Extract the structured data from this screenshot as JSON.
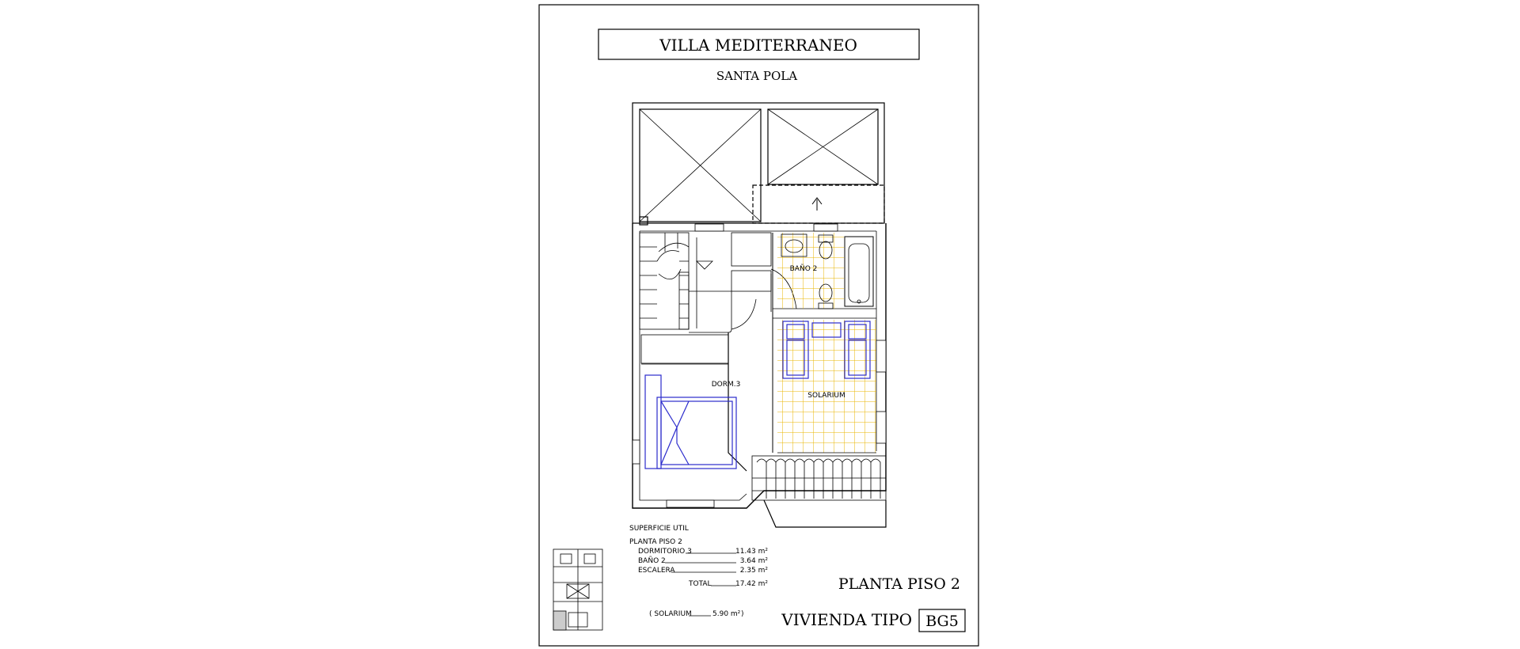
{
  "header": {
    "title": "VILLA  MEDITERRANEO",
    "subtitle": "SANTA  POLA"
  },
  "rooms": {
    "bath": "BAÑO 2",
    "bedroom": "DORM.3",
    "solarium": "SOLARIUM"
  },
  "surface_table": {
    "heading": "SUPERFICIE UTIL",
    "floor": "PLANTA PISO 2",
    "rows": [
      {
        "label": "DORMITORIO 3",
        "value": "11.43 m²"
      },
      {
        "label": "BAÑO 2",
        "value": "3.64 m²"
      },
      {
        "label": "ESCALERA",
        "value": "2.35 m²"
      }
    ],
    "total_label": "TOTAL",
    "total_value": "17.42 m²",
    "solarium_label": "( SOLARIUM",
    "solarium_value": "5.90 m²",
    "solarium_close": ")"
  },
  "plan_label": "PLANTA  PISO  2",
  "type_label": "VIVIENDA  TIPO",
  "type_code": "BG5",
  "colors": {
    "furniture": "#2b2bcc",
    "tile": "#e8b400",
    "line": "#000000"
  }
}
